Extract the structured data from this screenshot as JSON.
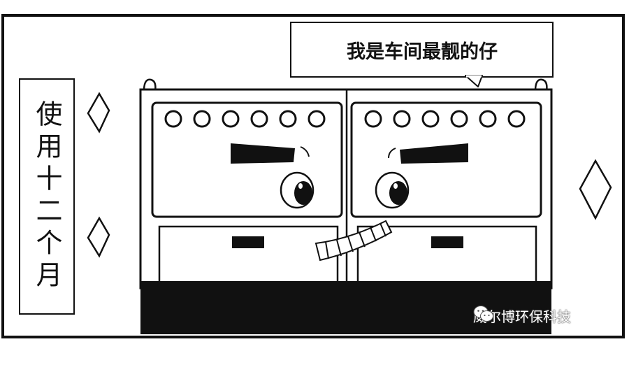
{
  "caption": {
    "text": "使用十二个月"
  },
  "speech_bubble": {
    "text": "我是车间最靓的仔"
  },
  "watermark": {
    "icon": "wechat-icon",
    "text": "威尔博环保科技"
  },
  "colors": {
    "ink": "#111111",
    "paper": "#ffffff",
    "shadow": "#e6e6e6"
  }
}
